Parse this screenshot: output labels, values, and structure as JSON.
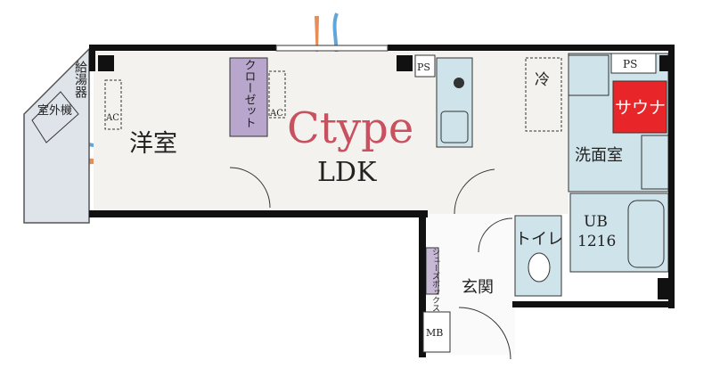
{
  "plan": {
    "type_label": "Ctype",
    "colors": {
      "type_label": "#c8505f",
      "sauna": "#e8262a",
      "wet": "#cfe3ea",
      "closet": "#b8a6cc",
      "balcony": "#dfe4ea",
      "floor": "#f3f2ee",
      "wall": "#111111"
    },
    "rooms": {
      "western": "洋室",
      "closet": "クローゼット",
      "ldk": "LDK",
      "fridge": "冷",
      "sauna": "サウナ",
      "washroom": "洗面室",
      "bath_1": "UB",
      "bath_2": "1216",
      "toilet": "トイレ",
      "shoebox": "シューズボックス",
      "entrance": "玄関",
      "mb": "MB",
      "ps_left": "PS",
      "ps_right": "PS",
      "water_heater": "給湯器",
      "outdoor_unit": "室外機",
      "ac_1": "AC",
      "ac_2": "AC"
    }
  }
}
